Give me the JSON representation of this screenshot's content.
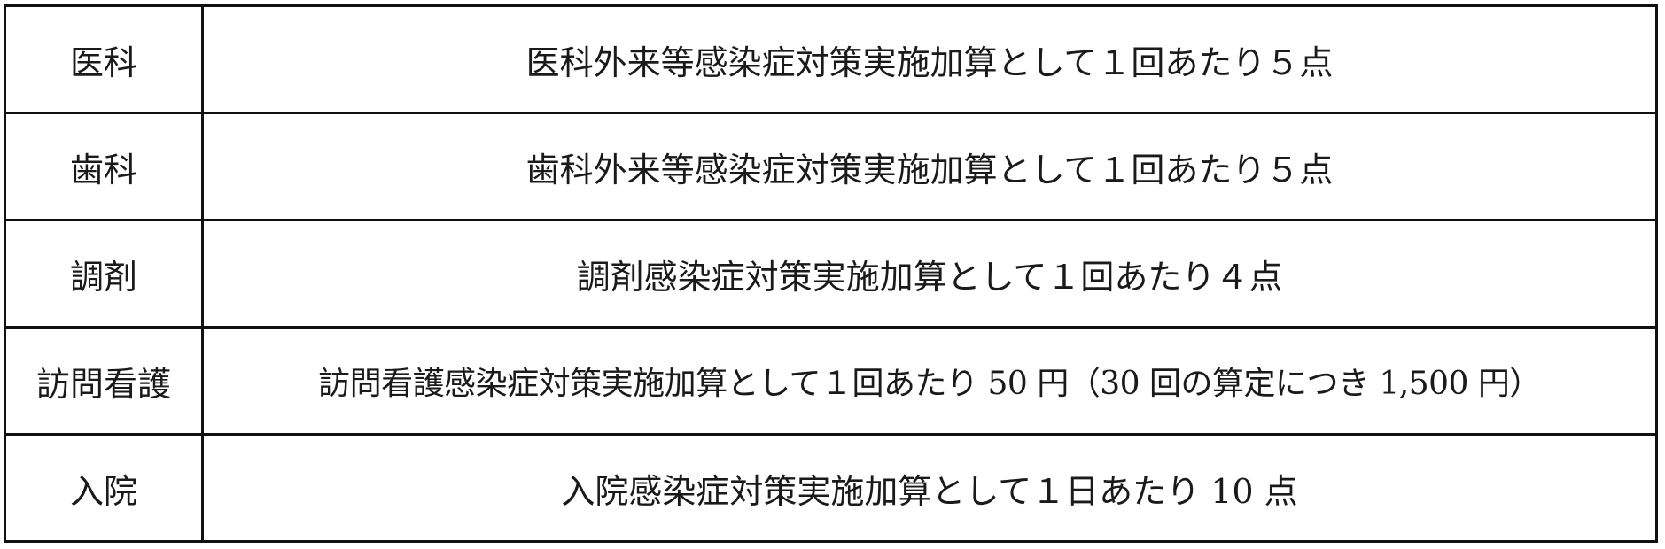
{
  "rows": [
    {
      "category": "医科",
      "description": "医科外来等感染症対策実施加算として１回あたり５点"
    },
    {
      "category": "歯科",
      "description": "歯科外来等感染症対策実施加算として１回あたり５点"
    },
    {
      "category": "調剤",
      "description": "調剤感染症対策実施加算として１回あたり４点"
    },
    {
      "category": "訪問看護",
      "description": "訪問看護感染症対策実施加算として１回あたり 50 円（30 回の算定につき 1,500 円）"
    },
    {
      "category": "入院",
      "description": "入院感染症対策実施加算として１日あたり 10 点"
    }
  ]
}
